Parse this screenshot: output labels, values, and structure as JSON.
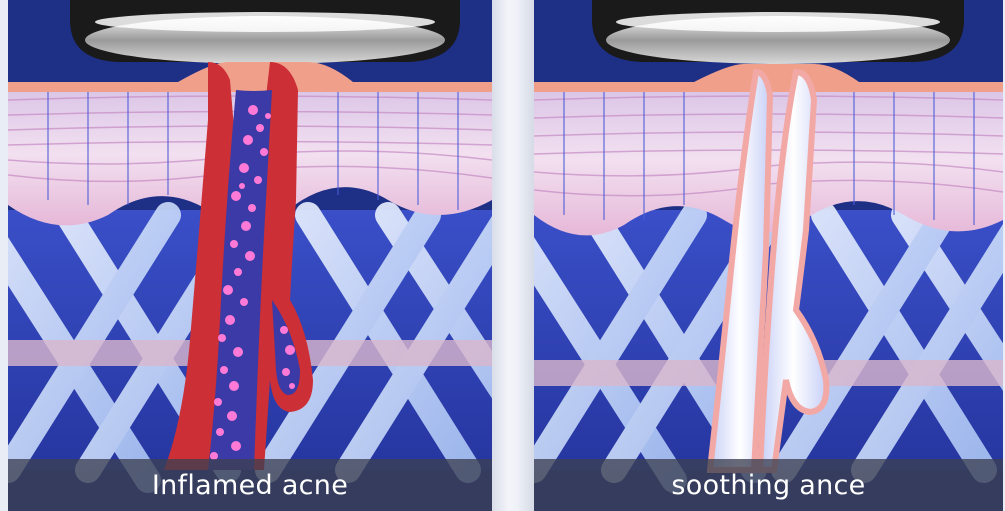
{
  "panels": [
    {
      "id": "left",
      "caption": "Inflamed acne",
      "state": "inflamed"
    },
    {
      "id": "right",
      "caption": "soothing ance",
      "state": "soothed"
    }
  ],
  "colors": {
    "background_blue": "#1e2f86",
    "skin_surface": "#f0a08a",
    "inflamed_red": "#cc2f35",
    "bacteria_pink": "#ff7ad6",
    "soothed_pink": "#f2a9a6",
    "device_silver": "#c9c9c9",
    "caption_bar": "#3c4052"
  }
}
